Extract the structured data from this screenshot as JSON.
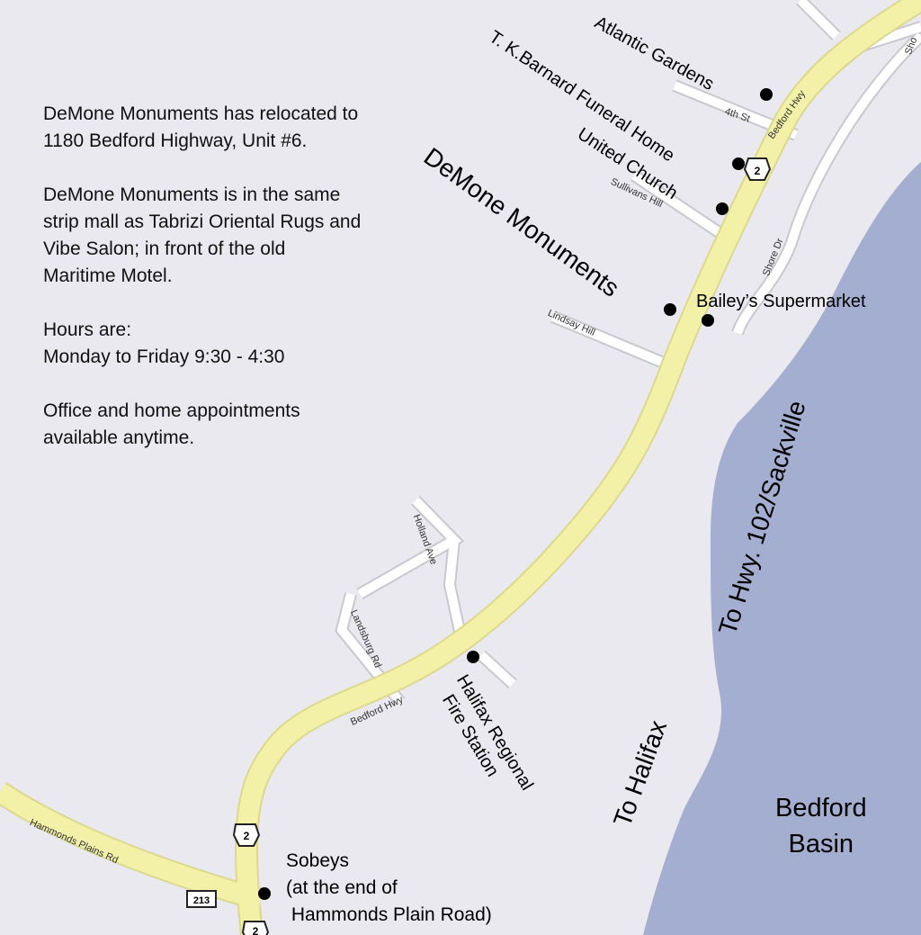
{
  "info": {
    "para1": [
      "DeMone Monuments has relocated to",
      "1180 Bedford Highway, Unit #6."
    ],
    "para2": [
      "DeMone Monuments is in the same",
      "strip mall as Tabrizi Oriental Rugs and",
      "Vibe Salon; in front of the old",
      "Maritime Motel."
    ],
    "para3": [
      "Hours are:",
      "Monday to Friday 9:30 - 4:30"
    ],
    "para4": [
      "Office and home appointments",
      "available anytime."
    ]
  },
  "roads": {
    "bedford_hwy_top": "Bedford Hwy",
    "bedford_hwy_bottom": "Bedford Hwy",
    "fourth_st": "4th St",
    "sullivans_hill": "Sullivans Hill",
    "lindsay_hill": "Lindsay Hill",
    "holland_ave": "Holland Ave",
    "landsburg_rd": "Landsburg Rd",
    "hammonds_plains_rd": "Hammonds Plains Rd",
    "shore_dr": "Shore Dr",
    "shore_top": "Sho"
  },
  "shields": {
    "hwy2_top": "2",
    "hwy2_mid": "2",
    "hwy2_bottom": "2",
    "hwy213": "213"
  },
  "places": {
    "atlantic_gardens": "Atlantic Gardens",
    "funeral_home": "T. K.Barnard Funeral Home",
    "united_church": "United Church",
    "demone": "DeMone Monuments",
    "baileys": "Bailey’s Supermarket",
    "fire_station_1": "Halifax Regional",
    "fire_station_2": "Fire Station",
    "sobeys": [
      "Sobeys",
      "(at the end of",
      " Hammonds Plain Road)"
    ]
  },
  "directions": {
    "to_sackville": "To Hwy. 102/Sackville",
    "to_halifax": "To Halifax"
  },
  "water": {
    "basin_line1": "Bedford",
    "basin_line2": "Basin"
  },
  "colors": {
    "background": "#e9e9ef",
    "water": "#a4aed0",
    "highway": "#f3f1a8",
    "highway_edge": "#dcd98e",
    "street": "#ffffff",
    "street_edge": "#c8c8d0",
    "marker": "#000000"
  }
}
